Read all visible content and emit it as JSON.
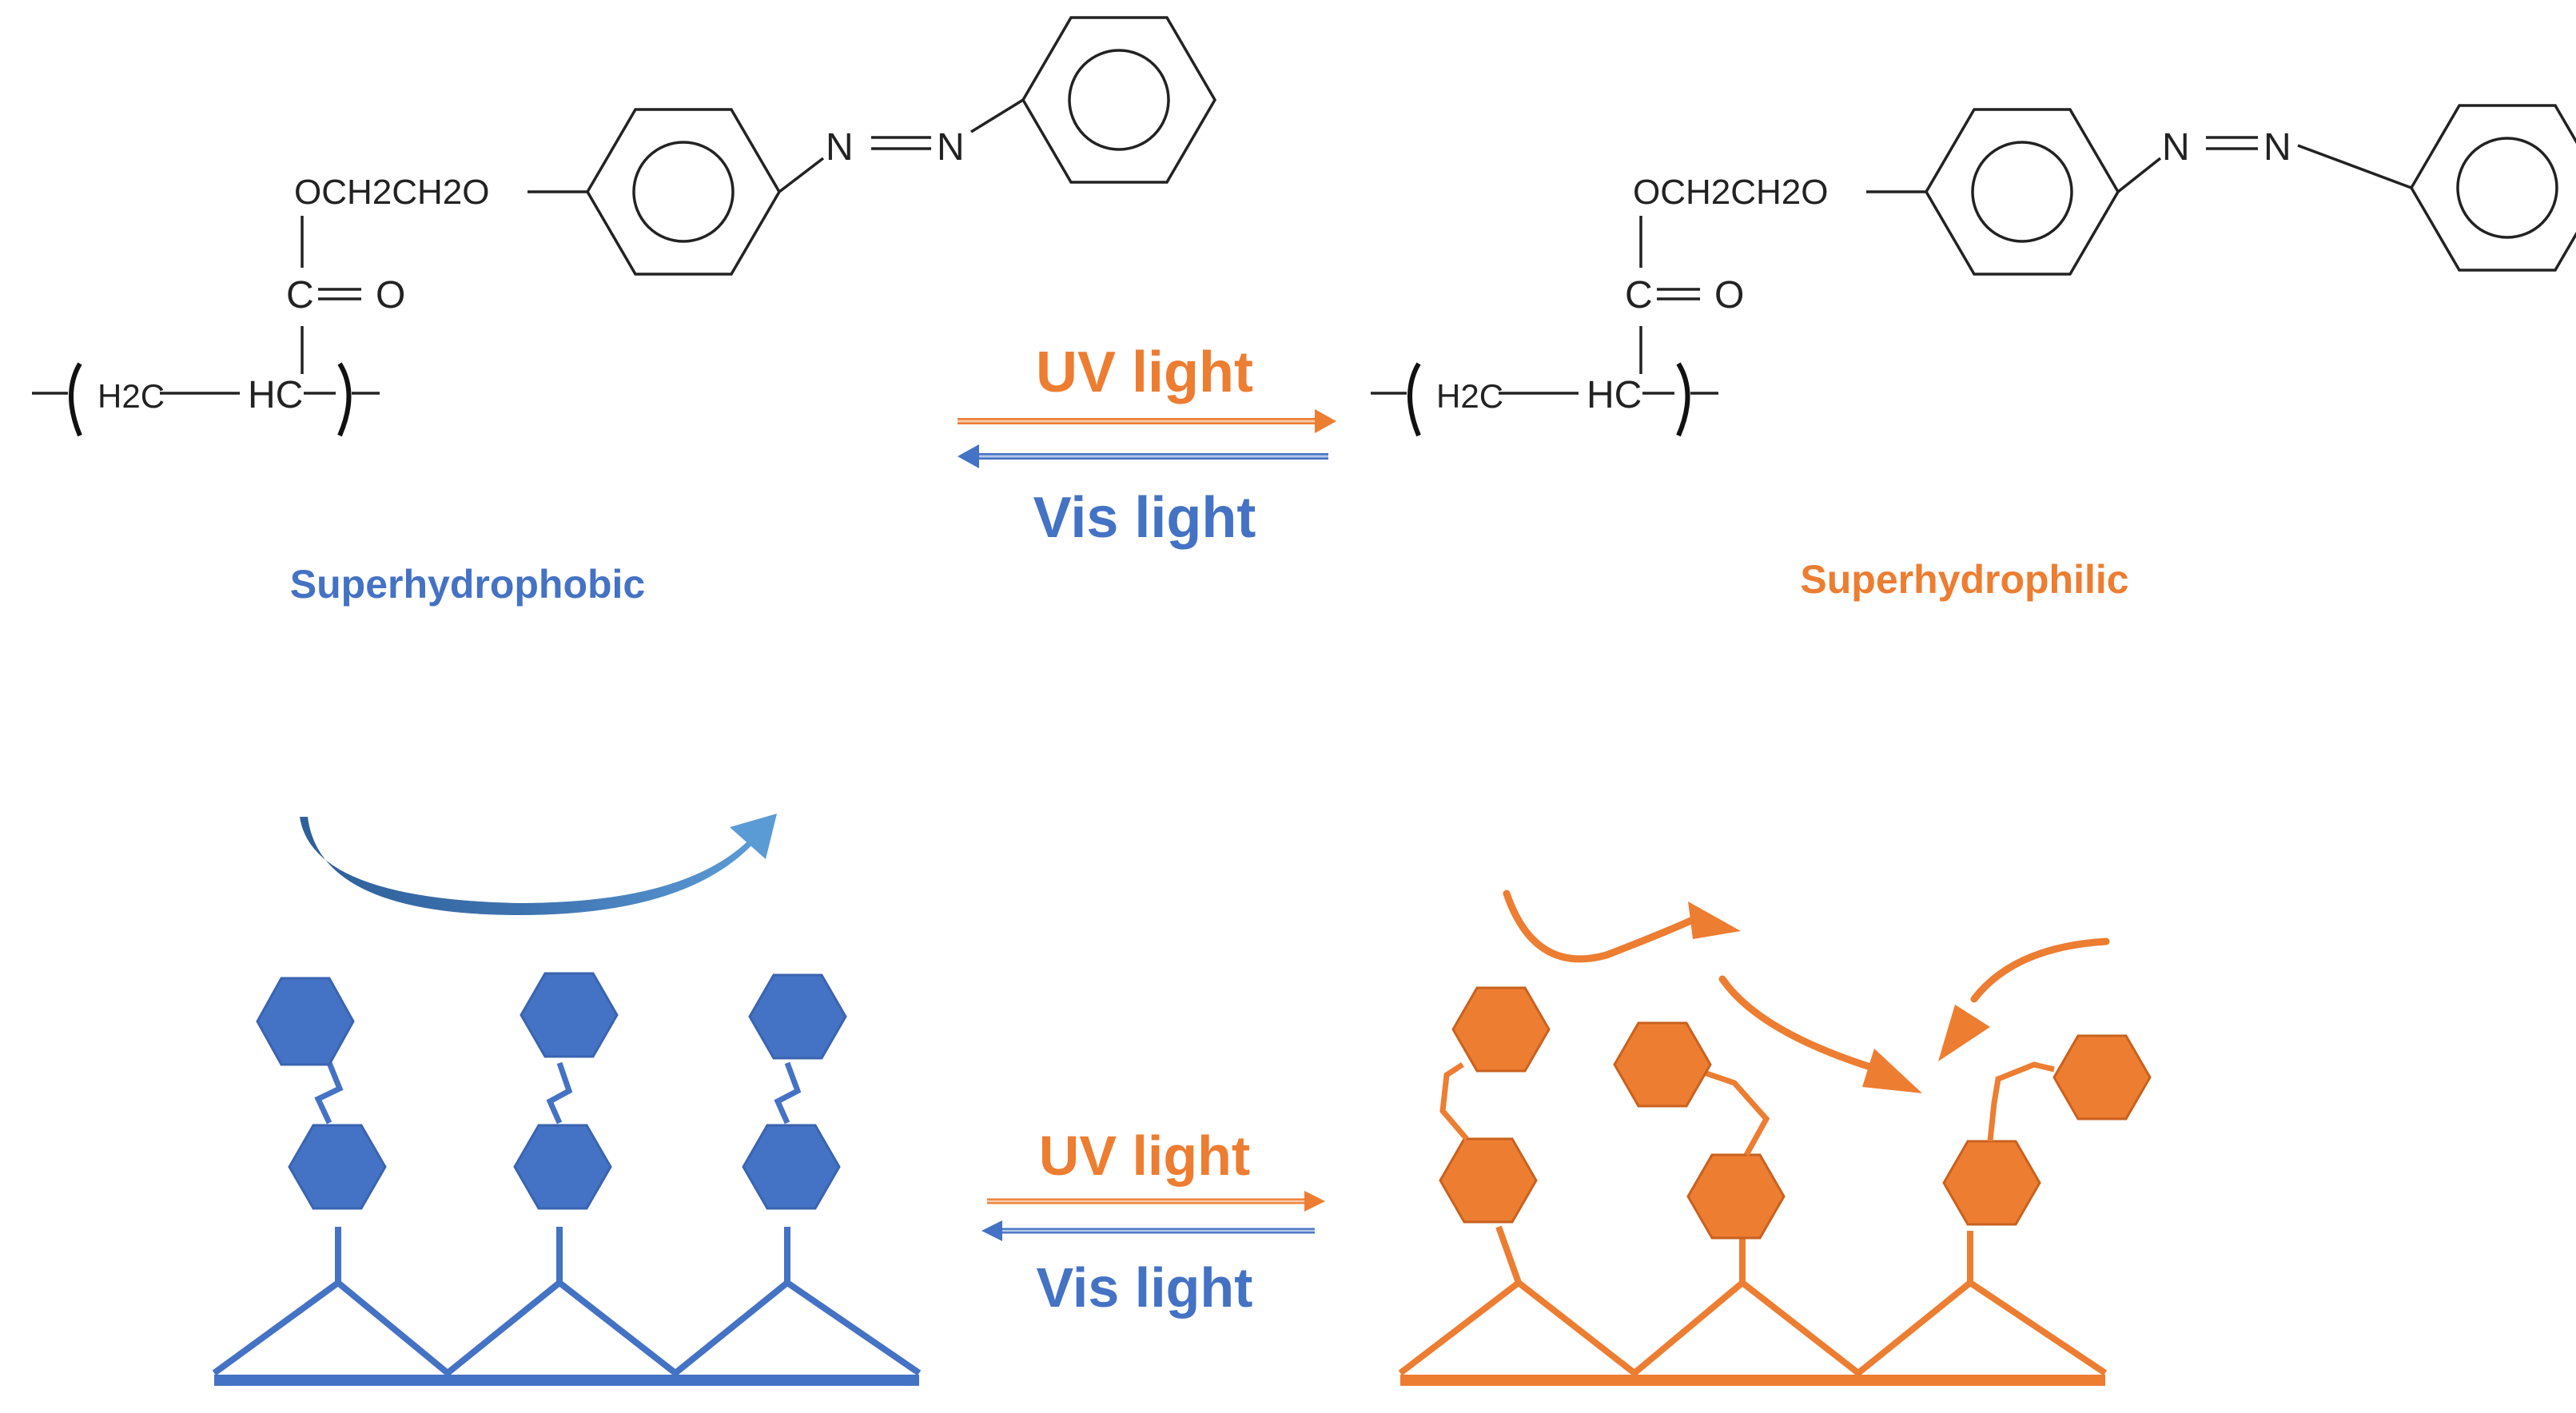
{
  "colors": {
    "hydrophobic": "#4472C4",
    "hydrophilic": "#ED7D31",
    "bond": "#222222",
    "background": "#ffffff"
  },
  "molecule": {
    "ester_chain": "OCH2CH2O",
    "carbonyl_c": "C",
    "carbonyl_o": "O",
    "ch2": "H2C",
    "ch": "HC",
    "azo_n1": "N",
    "azo_n2": "N"
  },
  "top_arrows": {
    "forward": "UV light",
    "reverse": "Vis light"
  },
  "bottom_arrows": {
    "forward": "UV light",
    "reverse": "Vis light"
  },
  "states": {
    "left": "Superhydrophobic",
    "right": "Superhydrophilic"
  },
  "icons": [
    "water-deflect-arrow-icon",
    "water-penetrate-arrow-icon",
    "benzene-ring-icon",
    "hexagon-icon"
  ]
}
